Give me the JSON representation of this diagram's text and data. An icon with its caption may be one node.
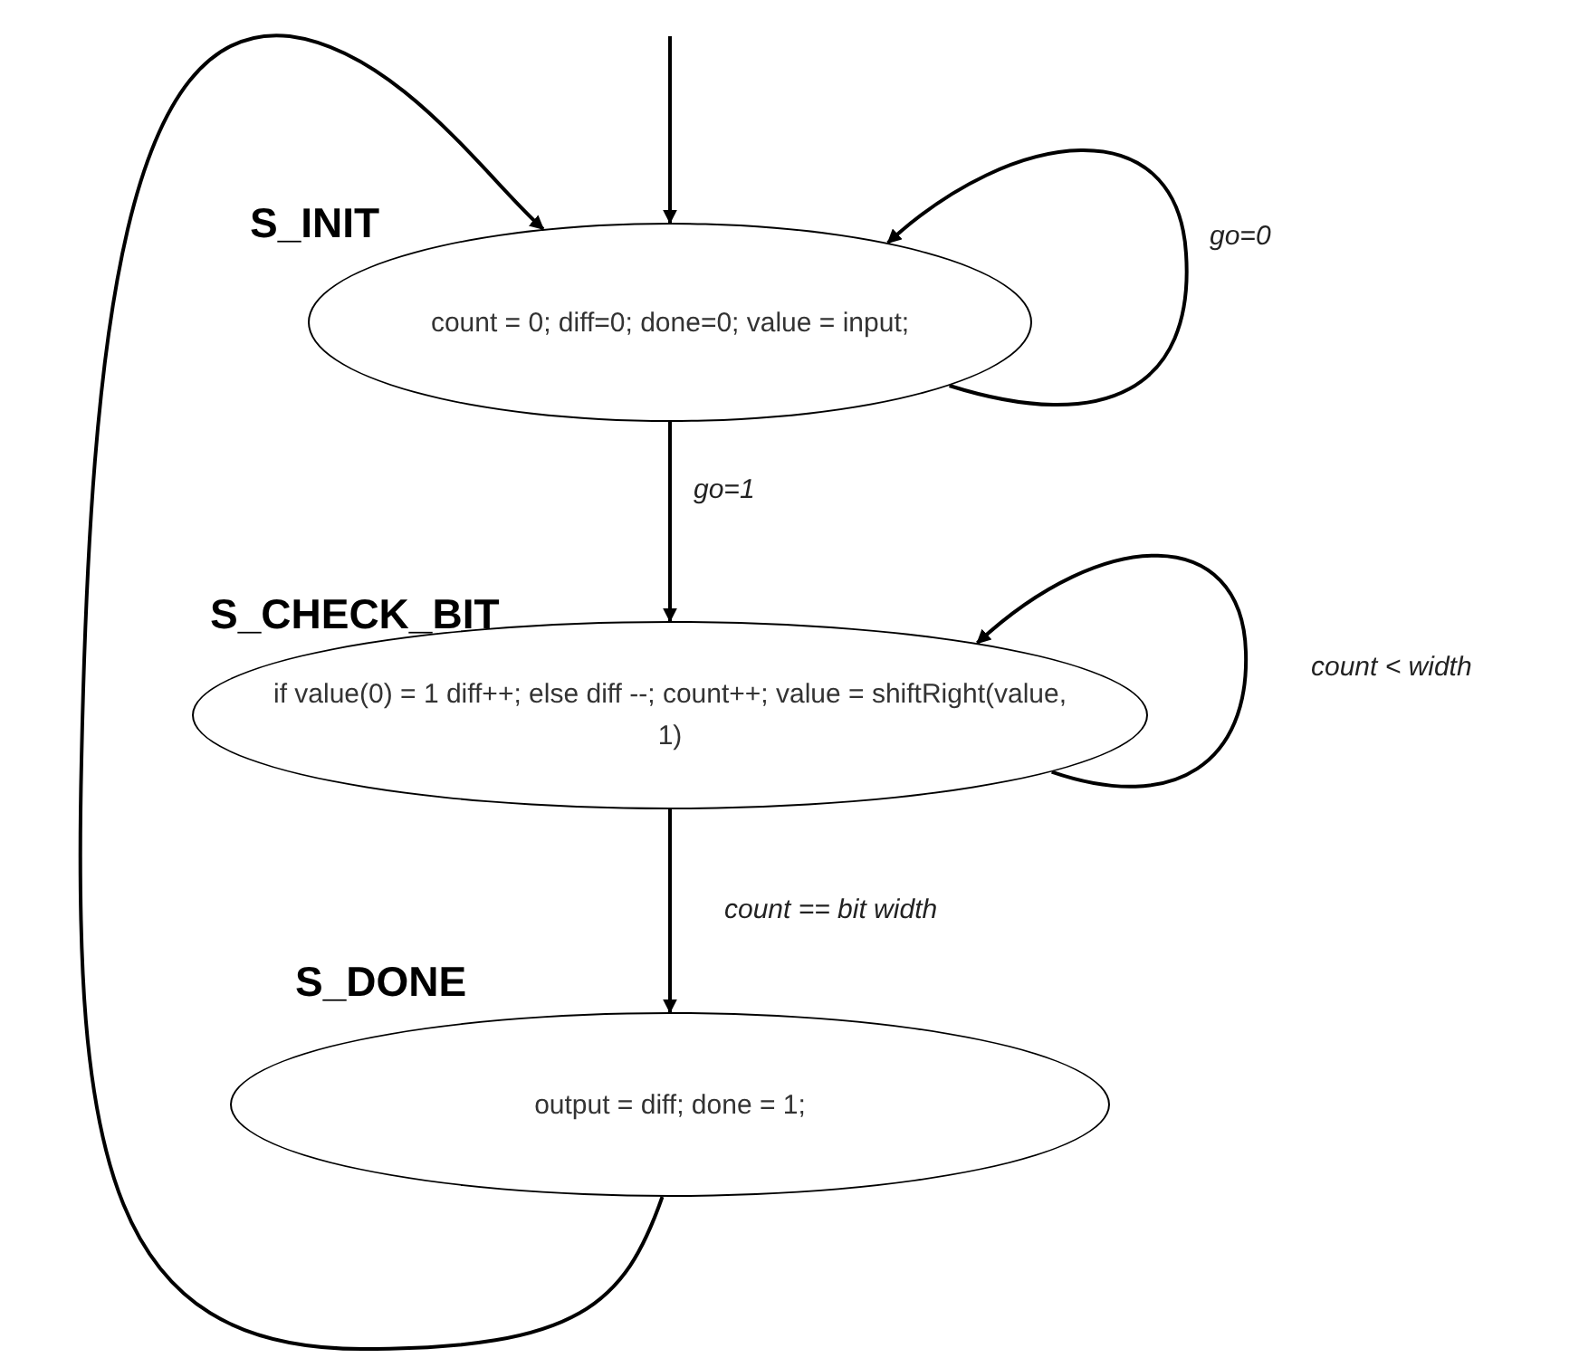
{
  "diagram": {
    "nodes": [
      {
        "text": [
          "S_INIT",
          "count = 0; diff=0; done=0; value = input;"
        ]
      },
      {
        "text": [
          "S_CHECK_BIT",
          "if value(0) = 1 diff++; else diff --; count++; value = shiftRight(value, 1)"
        ]
      },
      {
        "text": [
          "S_DONE",
          "output = diff; done = 1;"
        ]
      }
    ],
    "edges": [
      {
        "from": null,
        "to": 0,
        "arrow": "to"
      },
      {
        "from": 0,
        "to": 0,
        "label": "go=0",
        "arrow": "to"
      },
      {
        "from": 0,
        "to": 1,
        "label": "go=1",
        "arrow": "to"
      },
      {
        "from": 1,
        "to": 1,
        "label": "count < width",
        "arrow": "to"
      },
      {
        "from": 1,
        "to": 2,
        "label": "count == bit width",
        "arrow": "to"
      },
      {
        "from": 2,
        "to": 0,
        "arrow": "to"
      }
    ]
  }
}
